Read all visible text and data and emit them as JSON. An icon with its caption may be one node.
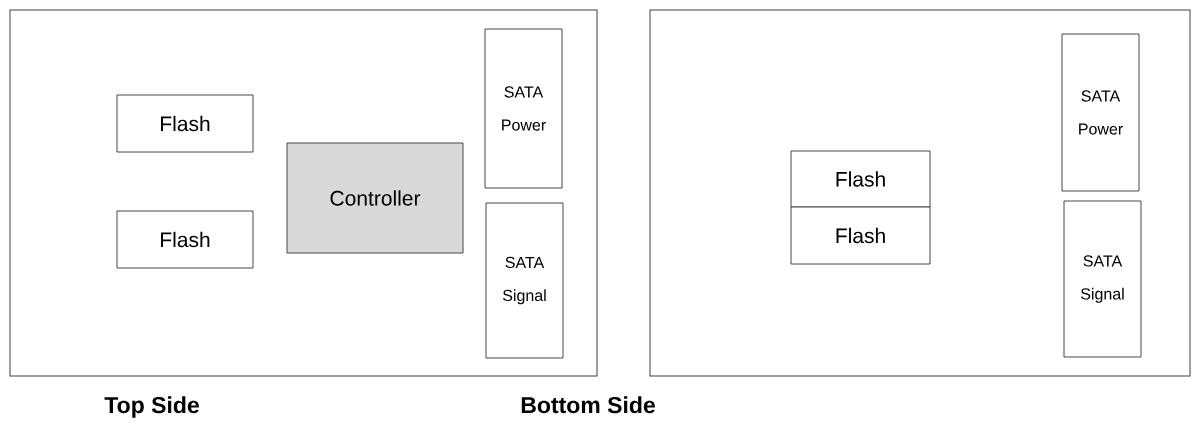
{
  "diagram": {
    "nodes": [
      {
        "text": [],
        "shape": "box"
      },
      {
        "text": [
          "Flash"
        ],
        "in": 0
      },
      {
        "text": [
          "Flash"
        ],
        "in": 0
      },
      {
        "text": [
          "Controller"
        ],
        "in": 0
      },
      {
        "text": [
          "SATA Power"
        ],
        "in": 0
      },
      {
        "text": [
          "SATA Signal"
        ],
        "in": 0
      },
      {
        "text": [],
        "shape": "box"
      },
      {
        "text": [
          "Flash"
        ],
        "in": 6
      },
      {
        "text": [
          "Flash"
        ],
        "in": 6
      },
      {
        "text": [
          "SATA Power"
        ],
        "in": 6
      },
      {
        "text": [
          "SATA Signal"
        ],
        "in": 6
      }
    ],
    "labels": [
      "Top Side",
      "Bottom Side"
    ]
  }
}
